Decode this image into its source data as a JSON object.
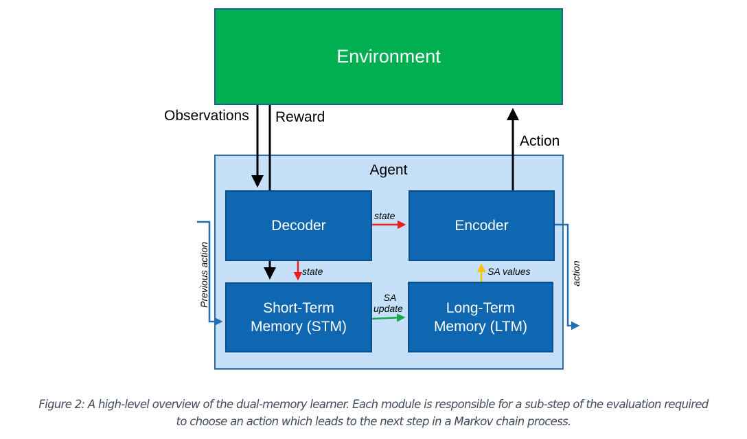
{
  "diagram": {
    "environment": {
      "label": "Environment",
      "color": "#00b050"
    },
    "agent": {
      "label": "Agent",
      "color": "#c5e0f8"
    },
    "modules": {
      "decoder": "Decoder",
      "encoder": "Encoder",
      "stm": "Short-Term Memory (STM)",
      "stm_line1": "Short-Term",
      "stm_line2": "Memory (STM)",
      "ltm": "Long-Term Memory (LTM)",
      "ltm_line1": "Long-Term",
      "ltm_line2": "Memory (LTM)",
      "color": "#0f67b1"
    },
    "edges": {
      "observations": "Observations",
      "reward": "Reward",
      "action": "Action",
      "decoder_to_encoder": "state",
      "decoder_to_stm": "state",
      "stm_to_ltm_line1": "SA",
      "stm_to_ltm_line2": "update",
      "ltm_to_encoder": "SA values",
      "previous_action": "Previous action",
      "action_out": "action"
    },
    "edge_colors": {
      "state": "#ee1c1c",
      "sa_update": "#14a84a",
      "sa_values": "#ffc000",
      "io": "#1f6fb5",
      "main": "#000000"
    }
  },
  "caption": {
    "line1": "Figure 2: A high-level overview of the dual-memory learner. Each module is responsible for a sub-step of the evaluation required",
    "line2": "to choose an action which leads to the next step in a Markov chain process."
  }
}
